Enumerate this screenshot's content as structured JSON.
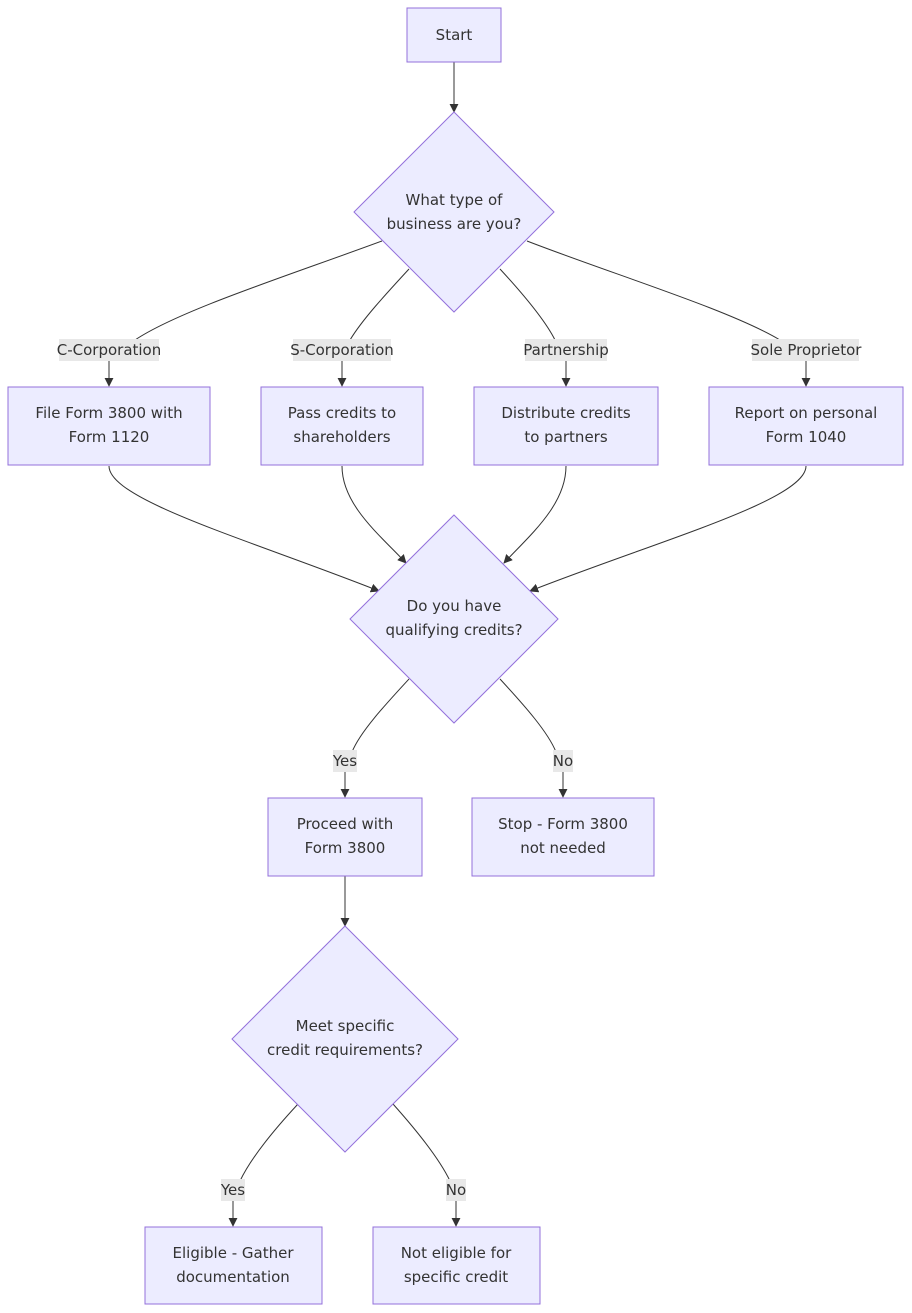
{
  "nodes": {
    "start": {
      "line1": "Start"
    },
    "business_type": {
      "line1": "What type of",
      "line2": "business are you?"
    },
    "c_corp_action": {
      "line1": "File Form 3800 with",
      "line2": "Form 1120"
    },
    "s_corp_action": {
      "line1": "Pass credits to",
      "line2": "shareholders"
    },
    "partnership_action": {
      "line1": "Distribute credits",
      "line2": "to partners"
    },
    "sole_prop_action": {
      "line1": "Report on personal",
      "line2": "Form 1040"
    },
    "qualifying_credits": {
      "line1": "Do you have",
      "line2": "qualifying credits?"
    },
    "proceed": {
      "line1": "Proceed with",
      "line2": "Form 3800"
    },
    "stop": {
      "line1": "Stop - Form 3800",
      "line2": "not needed"
    },
    "requirements": {
      "line1": "Meet specific",
      "line2": "credit requirements?"
    },
    "eligible": {
      "line1": "Eligible - Gather",
      "line2": "documentation"
    },
    "not_eligible": {
      "line1": "Not eligible for",
      "line2": "specific credit"
    }
  },
  "edge_labels": {
    "c_corporation": "C-Corporation",
    "s_corporation": "S-Corporation",
    "partnership": "Partnership",
    "sole_proprietor": "Sole Proprietor",
    "qualifying_yes": "Yes",
    "qualifying_no": "No",
    "requirements_yes": "Yes",
    "requirements_no": "No"
  },
  "colors": {
    "node_fill": "#ECECFF",
    "node_stroke": "#9370DB",
    "edge_stroke": "#333333",
    "label_background": "#E8E8E8",
    "text": "#333333"
  }
}
